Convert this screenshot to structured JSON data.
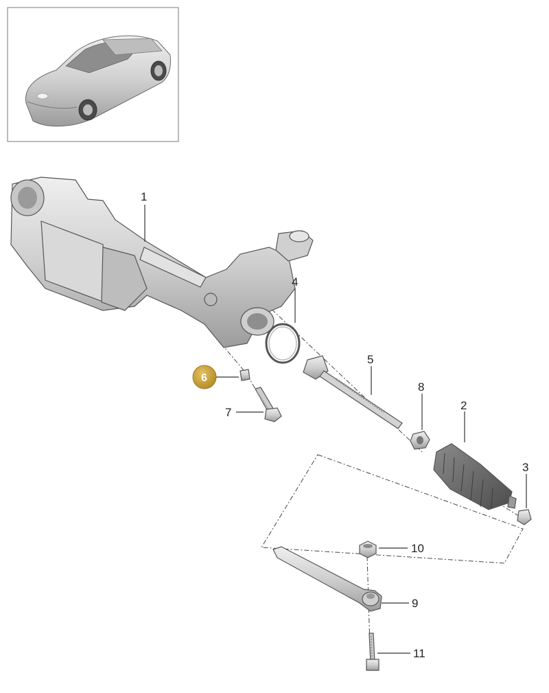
{
  "callouts": {
    "c1": "1",
    "c2": "2",
    "c3": "3",
    "c4": "4",
    "c5": "5",
    "c6": "6",
    "c7": "7",
    "c8": "8",
    "c9": "9",
    "c10": "10",
    "c11": "11"
  },
  "highlight": {
    "part": "6",
    "color": "#c9a13b"
  },
  "colors": {
    "part_fill": "#d6d6d6",
    "part_shadow": "#a9a9a9",
    "outline": "#555555"
  }
}
